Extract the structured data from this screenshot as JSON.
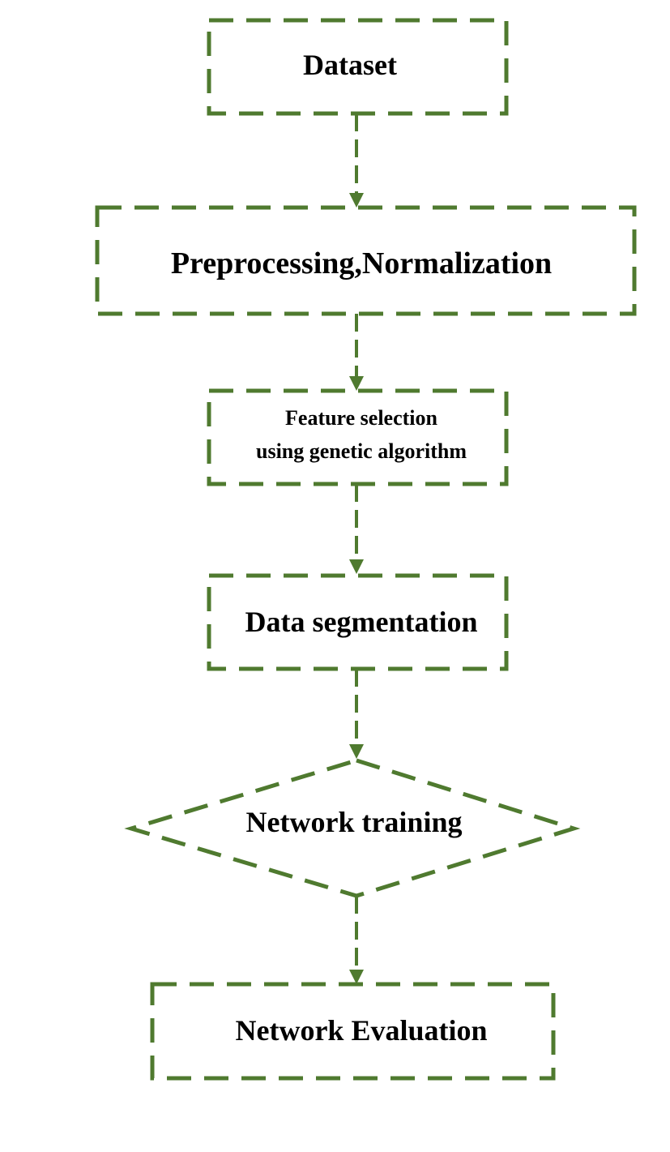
{
  "diagram": {
    "stroke_color": "#4f7a2f",
    "nodes": [
      {
        "id": "dataset",
        "shape": "rectangle",
        "lines": [
          "Dataset"
        ]
      },
      {
        "id": "preprocessing",
        "shape": "rectangle",
        "lines": [
          "Preprocessing,Normalization"
        ]
      },
      {
        "id": "feature-selection",
        "shape": "rectangle",
        "lines": [
          "Feature selection",
          "using genetic algorithm"
        ]
      },
      {
        "id": "data-segmentation",
        "shape": "rectangle",
        "lines": [
          "Data segmentation"
        ]
      },
      {
        "id": "network-training",
        "shape": "diamond",
        "lines": [
          "Network training"
        ]
      },
      {
        "id": "network-evaluation",
        "shape": "rectangle",
        "lines": [
          "Network Evaluation"
        ]
      }
    ],
    "edges": [
      {
        "from": "dataset",
        "to": "preprocessing"
      },
      {
        "from": "preprocessing",
        "to": "feature-selection"
      },
      {
        "from": "feature-selection",
        "to": "data-segmentation"
      },
      {
        "from": "data-segmentation",
        "to": "network-training"
      },
      {
        "from": "network-training",
        "to": "network-evaluation"
      }
    ]
  }
}
